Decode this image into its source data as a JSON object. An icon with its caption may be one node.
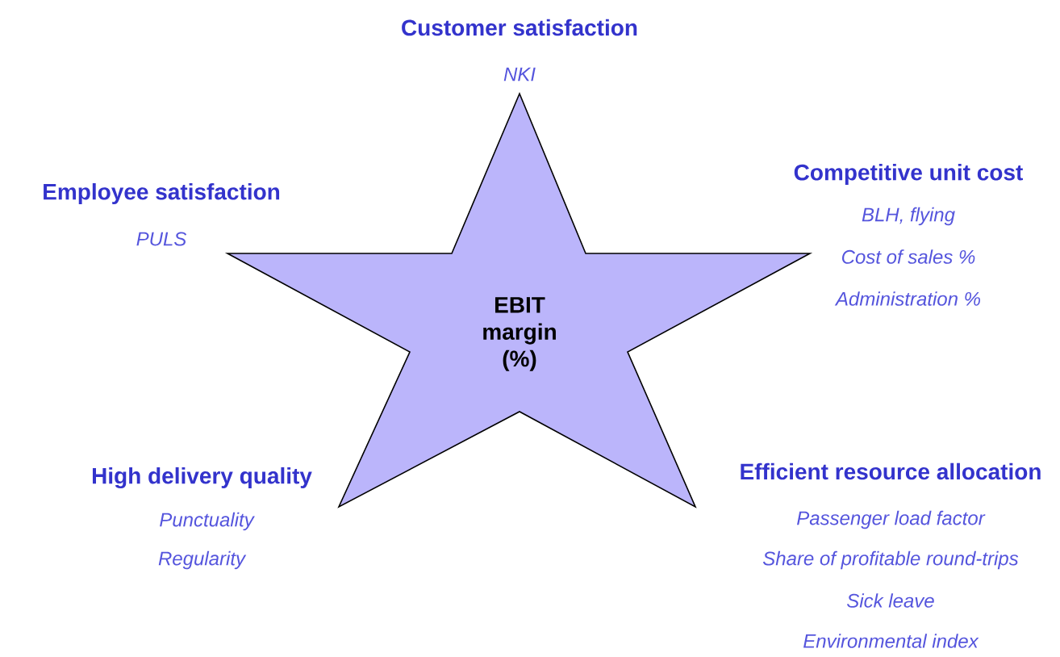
{
  "diagram": {
    "nodes": [
      {
        "text": [
          "EBIT margin (%)"
        ]
      }
    ],
    "labels": [
      "Customer satisfaction",
      "NKI",
      "Employee satisfaction",
      "PULS",
      "Competitive unit cost",
      "BLH, flying",
      "Cost of sales %",
      "Administration %",
      "High delivery quality",
      "Punctuality",
      "Regularity",
      "Efficient resource allocation",
      "Passenger load factor",
      "Share of profitable round-trips",
      "Sick leave",
      "Environmental index"
    ]
  }
}
